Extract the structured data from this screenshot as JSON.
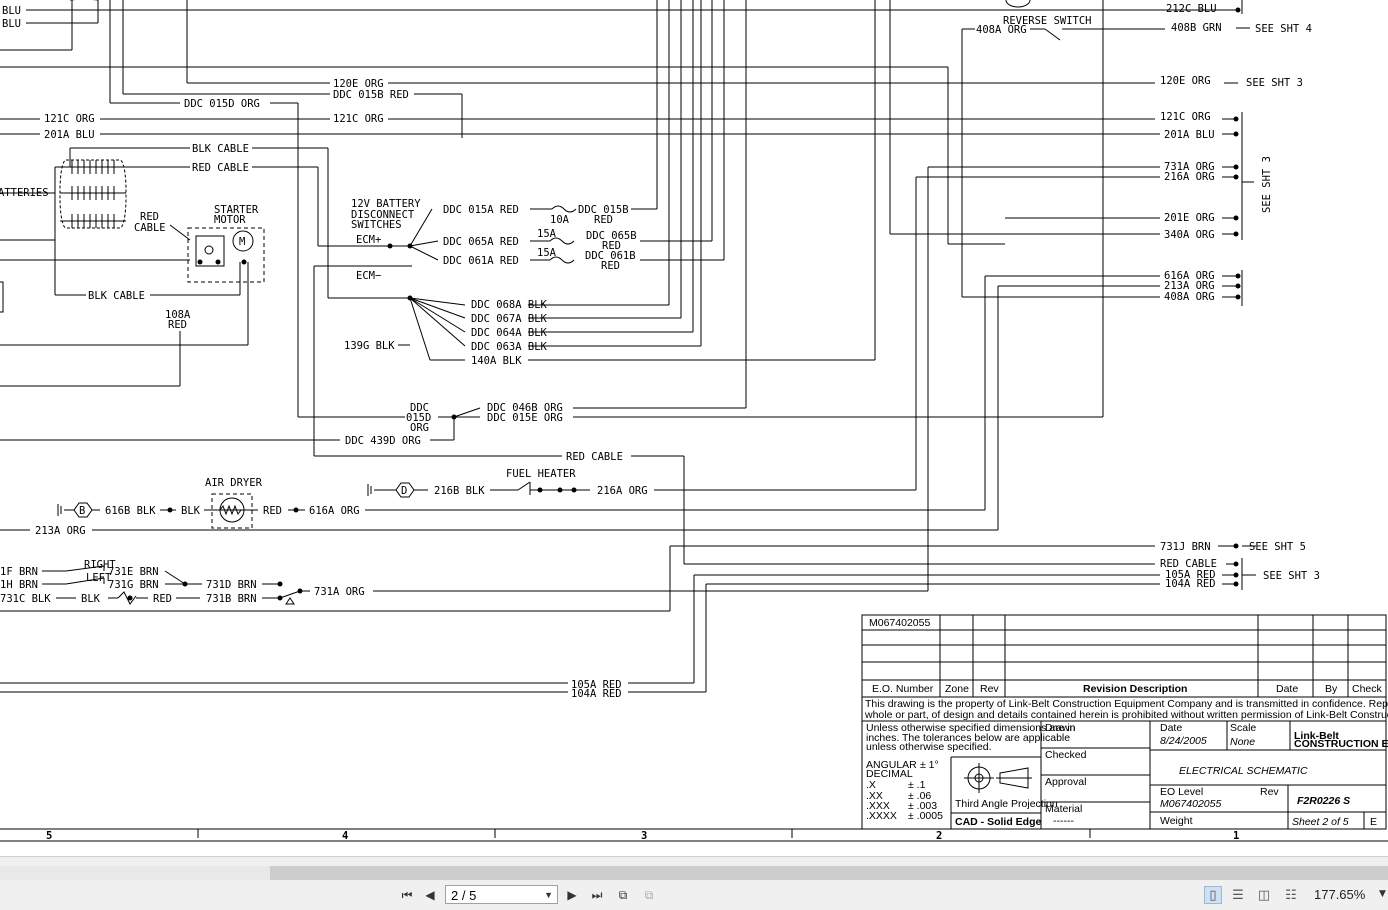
{
  "schematic": {
    "right_column": {
      "wire_212c": "212C BLU",
      "reverse_switch": "REVERSE SWITCH",
      "wire_408a_rs": "408A ORG",
      "wire_408b": "408B GRN",
      "see_sht4": "SEE SHT 4",
      "wire_120e_r": "120E ORG",
      "see_sht3_a": "SEE SHT 3",
      "wire_121c_r": "121C ORG",
      "wire_201a_r": "201A BLU",
      "wire_731a_r": "731A ORG",
      "wire_216a_r": "216A ORG",
      "see_sht3_vert": "SEE SHT 3",
      "wire_201e_r": "201E ORG",
      "wire_340a_r": "340A ORG",
      "wire_616a_r": "616A ORG",
      "wire_213a_r": "213A ORG",
      "wire_408a_r": "408A ORG",
      "wire_731j_r": "731J BRN",
      "see_sht5": "SEE SHT 5",
      "red_cable_r": "RED CABLE",
      "wire_105a_r": "105A RED",
      "wire_104a_r": "104A RED",
      "see_sht3_b": "SEE SHT 3"
    },
    "left": {
      "blu1": "BLU",
      "blu2": "BLU",
      "wire_120e": "120E ORG",
      "ddc_015d": "DDC 015D ORG",
      "ddc_015b": "DDC 015B RED",
      "wire_121c_l": "121C ORG",
      "wire_121c_m": "121C ORG",
      "wire_201a_l": "201A BLU",
      "blk_cable": "BLK CABLE",
      "red_cable": "RED CABLE",
      "batteries": "ATTERIES",
      "red_cable2a": "RED",
      "red_cable2b": "CABLE",
      "starter_a": "STARTER",
      "starter_b": "MOTOR",
      "motor_m": "M",
      "blk_cable2": "BLK CABLE",
      "w108a_a": "108A",
      "w108a_b": "RED",
      "w139g": "139G BLK"
    },
    "switches": {
      "title_a": "12V BATTERY",
      "title_b": "DISCONNECT",
      "title_c": "SWITCHES",
      "ecm_plus": "ECM+",
      "ecm_minus": "ECM−",
      "ddc_015a": "DDC 015A RED",
      "fuse10": "10A",
      "ddc_015b2a": "DDC 015B",
      "ddc_015b2b": "RED",
      "ddc_065a": "DDC 065A RED",
      "fuse15a": "15A",
      "ddc_065b_a": "DDC 065B",
      "ddc_065b_b": "RED",
      "ddc_061a": "DDC 061A RED",
      "fuse15b": "15A",
      "ddc_061b_a": "DDC 061B",
      "ddc_061b_b": "RED",
      "ddc_068a": "DDC 068A BLK",
      "ddc_067a": "DDC 067A BLK",
      "ddc_064a": "DDC 064A BLK",
      "ddc_063a": "DDC 063A BLK",
      "w140a": "140A BLK"
    },
    "middle": {
      "ddc_015d_a": "DDC",
      "ddc_015d_b": "015D",
      "ddc_015d_c": "ORG",
      "ddc_046b": "DDC 046B ORG",
      "ddc_015e": "DDC 015E ORG",
      "ddc_439d": "DDC 439D ORG",
      "red_cable3": "RED CABLE",
      "fuel_heater": "FUEL HEATER",
      "conn_d": "D",
      "w216b": "216B BLK",
      "w216a": "216A ORG",
      "air_dryer": "AIR DRYER",
      "conn_b": "B",
      "w616b": "616B BLK",
      "blk": "BLK",
      "red": "RED",
      "w616a": "616A ORG",
      "w213a": "213A ORG"
    },
    "lower_left": {
      "w1f": "1F BRN",
      "right": "RIGHT",
      "w731e": "731E BRN",
      "w1h": "1H BRN",
      "left": "LEFT",
      "w731g": "731G BRN",
      "w731d": "731D BRN",
      "w731c": "731C BLK",
      "blk2": "BLK",
      "red2": "RED",
      "w731b": "731B BRN",
      "w731a": "731A ORG",
      "w105a": "105A RED",
      "w104a": "104A RED"
    },
    "zones": [
      "5",
      "4",
      "3",
      "2",
      "1"
    ]
  },
  "title_block": {
    "eo_first": "M067402055",
    "col_eo": "E.O. Number",
    "col_zone": "Zone",
    "col_rev": "Rev",
    "col_desc": "Revision Description",
    "col_date": "Date",
    "col_by": "By",
    "col_check": "Check",
    "notice_a": "This drawing is the property of Link-Belt Construction Equipment Company and is transmitted in confidence. Reproduction, use or disclosure, in",
    "notice_b": "whole or part, of design and details contained herein is prohibited without written permission of Link-Belt Construction Equipment Company.",
    "tol_a": "Unless otherwise specified dimensions are in",
    "tol_b": "inches.  The tolerances below are applicable",
    "tol_c": "unless otherwise specified.",
    "angular": "ANGULAR",
    "angular_val": "± 1°",
    "decimal": "DECIMAL",
    "x1": ".X",
    "x1v": "± .1",
    "x2": ".XX",
    "x2v": "± .06",
    "x3": ".XXX",
    "x3v": "± .003",
    "x4": ".XXXX",
    "x4v": "± .0005",
    "projection": "Third Angle Projection",
    "cad": "CAD - Solid Edge",
    "drawn": "Drawn",
    "checked": "Checked",
    "approval": "Approval",
    "material": "Material",
    "material_val": "------",
    "date_label": "Date",
    "date_val": "8/24/2005",
    "scale_label": "Scale",
    "scale_val": "None",
    "brand_a": "Link-Belt",
    "brand_b": "CONSTRUCTION EQUIPMENT",
    "title": "ELECTRICAL SCHEMATIC",
    "eo_level": "EO Level",
    "eo_level_val": "M067402055",
    "rev_label": "Rev",
    "doc_no": "F2R0226 S",
    "weight": "Weight",
    "sheet": "Sheet 2 of 5",
    "size": "E"
  },
  "viewer": {
    "page_value": "2 / 5",
    "zoom": "177.65%",
    "icons": {
      "first": "first-page-icon",
      "prev": "previous-page-icon",
      "next": "next-page-icon",
      "last": "last-page-icon",
      "back": "previous-view-icon",
      "forward": "next-view-icon",
      "single": "single-page-icon",
      "continuous": "continuous-icon",
      "facing": "facing-icon",
      "continuous_facing": "continuous-facing-icon"
    }
  }
}
